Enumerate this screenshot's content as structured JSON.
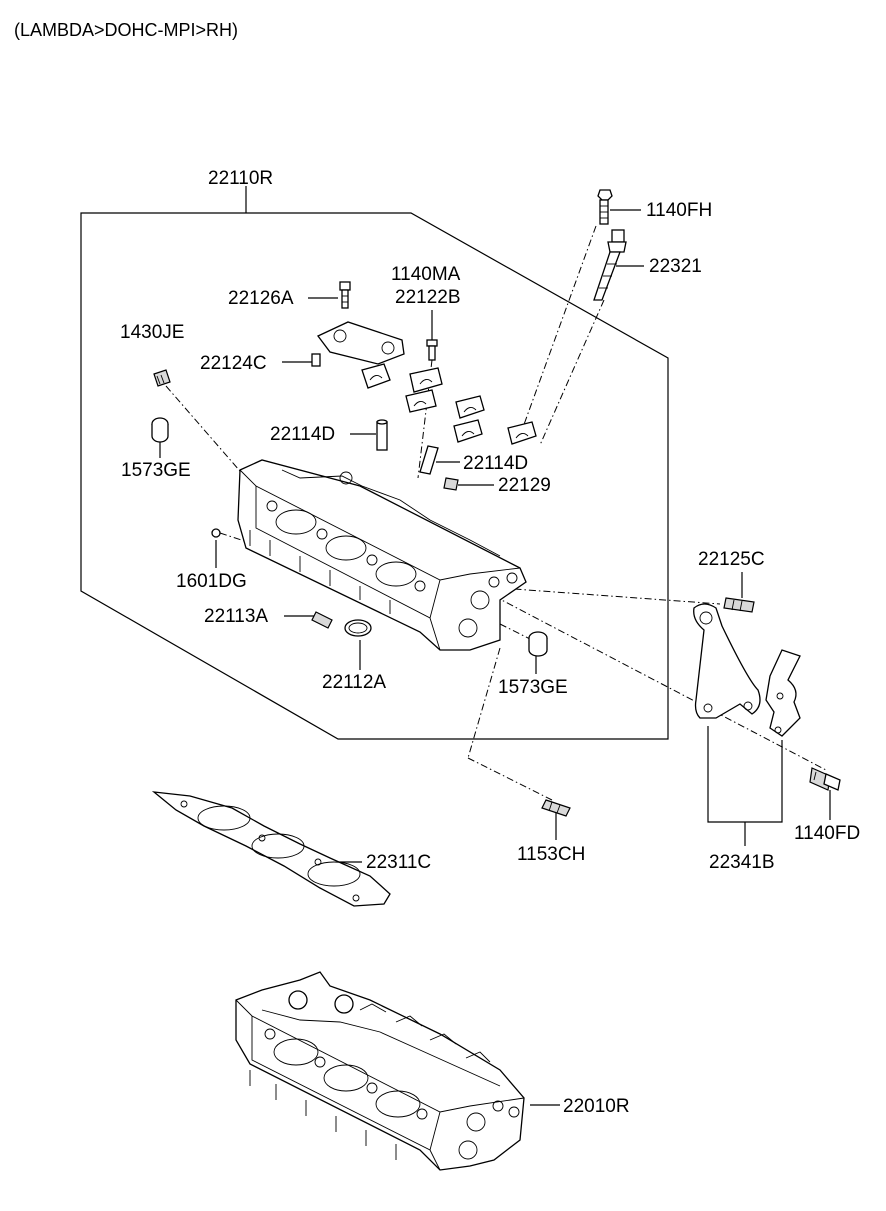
{
  "header": {
    "title": "(LAMBDA>DOHC-MPI>RH)"
  },
  "labels": {
    "p22110R": "22110R",
    "p1140FH": "1140FH",
    "p22321": "22321",
    "p1140MA": "1140MA",
    "p22122B": "22122B",
    "p22126A": "22126A",
    "p1430JE": "1430JE",
    "p22124C": "22124C",
    "p22114D_a": "22114D",
    "p1573GE_a": "1573GE",
    "p22114D_b": "22114D",
    "p22129": "22129",
    "p1601DG": "1601DG",
    "p22125C": "22125C",
    "p22113A": "22113A",
    "p22112A": "22112A",
    "p1573GE_b": "1573GE",
    "p22311C": "22311C",
    "p1153CH": "1153CH",
    "p1140FD": "1140FD",
    "p22341B": "22341B",
    "p22010R": "22010R"
  },
  "icons": [
    "bolt-icon",
    "cylinder-head-icon",
    "gasket-icon",
    "bracket-icon",
    "bearing-cap-icon",
    "plug-icon"
  ]
}
